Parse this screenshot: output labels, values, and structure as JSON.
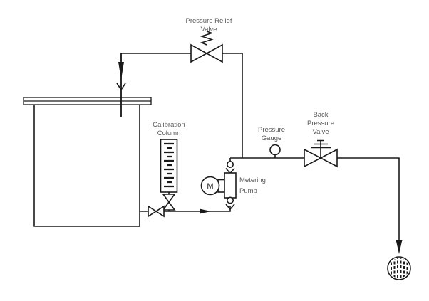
{
  "colors": {
    "line": "#1a1a1a",
    "text": "#595959",
    "background": "#ffffff"
  },
  "labels": {
    "pressure_relief_valve": {
      "lines": [
        "Pressure Relief",
        "Valve"
      ]
    },
    "calibration_column": {
      "lines": [
        "Calibration",
        "Column"
      ]
    },
    "pressure_gauge": {
      "lines": [
        "Pressure",
        "Gauge"
      ]
    },
    "back_pressure_valve": {
      "lines": [
        "Back",
        "Pressure",
        "Valve"
      ]
    },
    "metering_pump": {
      "lines": [
        "Metering",
        "Pump"
      ]
    },
    "pump_motor": "M"
  },
  "symbols": [
    "supply-tank-icon",
    "tank-lid-icon",
    "inlet-drop-arrow-icon",
    "open-pipe-end-icon",
    "pressure-relief-valve-icon",
    "relief-spring-icon",
    "calibration-column-icon",
    "graduation-marks-icon",
    "column-isolation-valve-icon",
    "tank-outlet-valve-icon",
    "flow-direction-arrow-icon",
    "suction-check-valve-icon",
    "discharge-check-valve-icon",
    "pump-head-icon",
    "motor-icon",
    "pressure-gauge-icon",
    "back-pressure-valve-icon",
    "spring-adjuster-icon",
    "drain-arrow-icon",
    "strainer-icon"
  ]
}
